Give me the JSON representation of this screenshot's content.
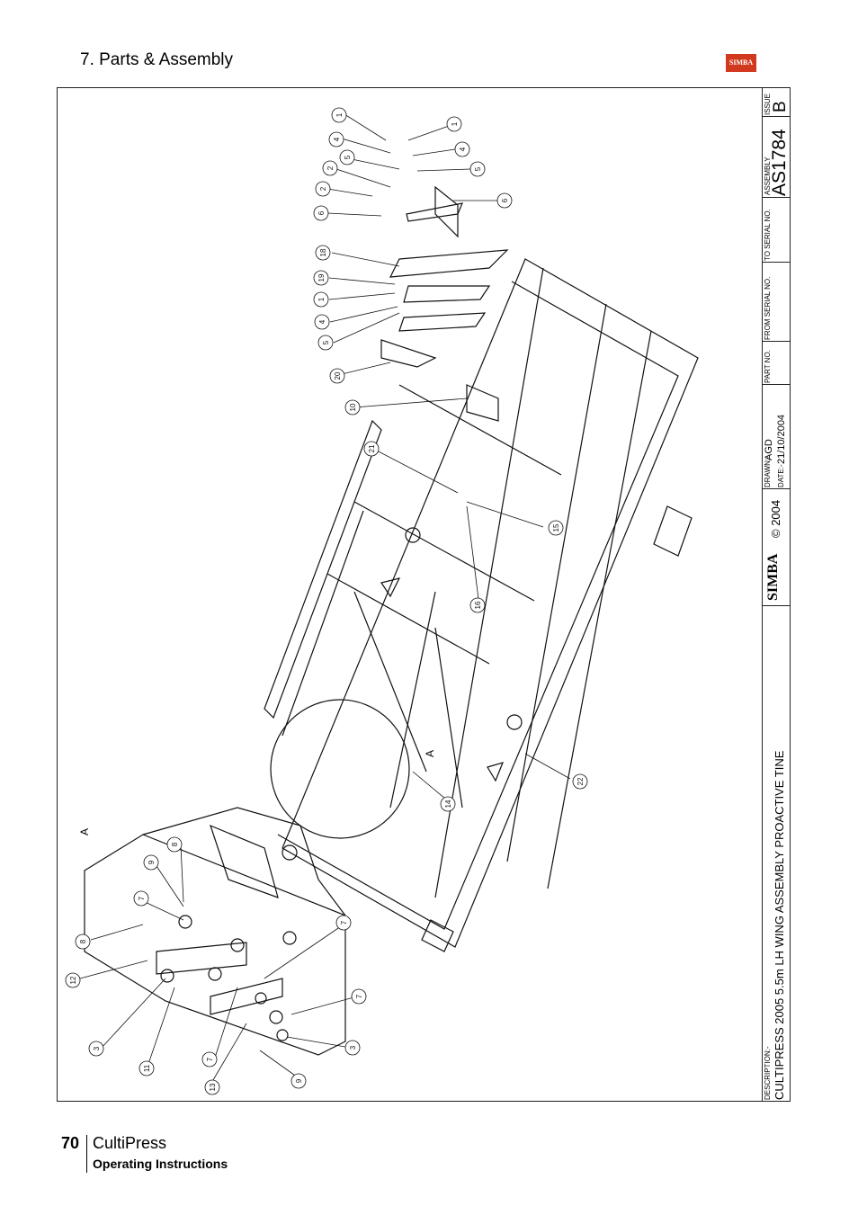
{
  "header": {
    "section_title": "7. Parts & Assembly",
    "logo_text": "SIMBA"
  },
  "title_block": {
    "description_label": "DESCRIPTION:-",
    "description": "CULTIPRESS 2005 5.5m LH WING ASSEMBLY PROACTIVE TINE",
    "simba_logo": "SIMBA",
    "copyright": "© 2004",
    "drawn_label": "DRAWN:-",
    "drawn_value": "AGD",
    "date_label": "DATE:-",
    "date_value": "21/10/2004",
    "part_no_label": "PART NO.",
    "from_serial_label": "FROM SERIAL NO.",
    "to_serial_label": "TO SERIAL NO.",
    "assembly_label": "ASSEMBLY",
    "assembly_value": "AS1784",
    "issue_label": "ISSUE",
    "issue_value": "B"
  },
  "drawing": {
    "detail_label_top": "A",
    "detail_label_circle": "A",
    "callouts": [
      "1",
      "1",
      "4",
      "4",
      "5",
      "5",
      "2",
      "2",
      "6",
      "6",
      "18",
      "19",
      "1",
      "4",
      "5",
      "20",
      "10",
      "21",
      "15",
      "16",
      "14",
      "22",
      "8",
      "9",
      "7",
      "8",
      "12",
      "7",
      "3",
      "11",
      "7",
      "7",
      "13",
      "3",
      "9"
    ]
  },
  "footer": {
    "page_number": "70",
    "product": "CultiPress",
    "subtitle": "Operating Instructions"
  }
}
